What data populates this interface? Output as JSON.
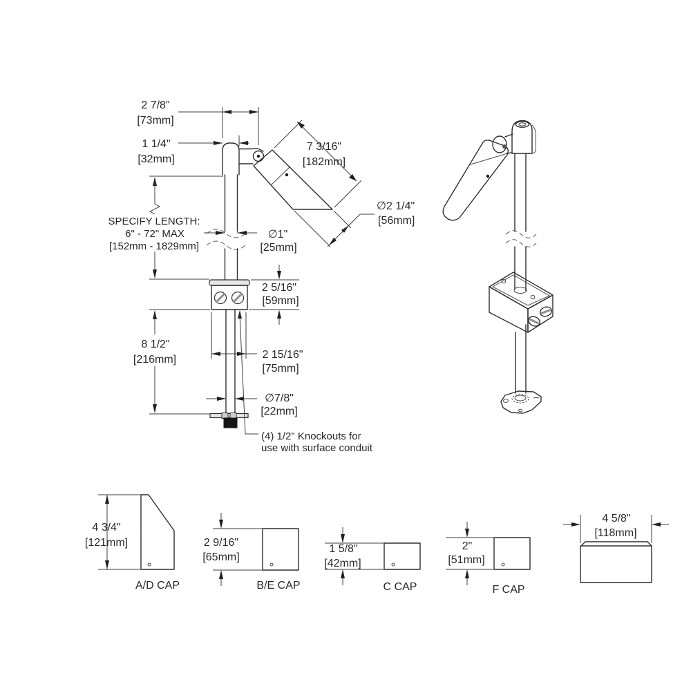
{
  "front_view": {
    "dim_top_width": {
      "in": "2 7/8\"",
      "mm": "[73mm]"
    },
    "dim_cap_width": {
      "in": "1 1/4\"",
      "mm": "[32mm]"
    },
    "dim_head_length": {
      "in": "7 3/16\"",
      "mm": "[182mm]"
    },
    "dim_head_diameter": {
      "in": "∅2 1/4\"",
      "mm": "[56mm]"
    },
    "dim_pole_diameter": {
      "in": "∅1\"",
      "mm": "[25mm]"
    },
    "specify_length": {
      "line1": "SPECIFY LENGTH:",
      "line2": "6\" - 72\" MAX",
      "line3": "[152mm - 1829mm]"
    },
    "dim_box_height": {
      "in": "2 5/16\"",
      "mm": "[59mm]"
    },
    "dim_lower_height": {
      "in": "8 1/2\"",
      "mm": "[216mm]"
    },
    "dim_box_width": {
      "in": "2 15/16\"",
      "mm": "[75mm]"
    },
    "dim_nipple_diameter": {
      "in": "∅7/8\"",
      "mm": "[22mm]"
    },
    "knockout_note": {
      "line1": "(4) 1/2\" Knockouts for",
      "line2": "use with surface conduit"
    }
  },
  "caps": [
    {
      "label": "A/D CAP",
      "dim_in": "4 3/4\"",
      "dim_mm": "[121mm]"
    },
    {
      "label": "B/E CAP",
      "dim_in": "2 9/16\"",
      "dim_mm": "[65mm]"
    },
    {
      "label": "C CAP",
      "dim_in": "1 5/8\"",
      "dim_mm": "[42mm]"
    },
    {
      "label": "F CAP",
      "dim_in": "2\"",
      "dim_mm": "[51mm]"
    },
    {
      "label": "",
      "dim_in": "4 5/8\"",
      "dim_mm": "[118mm]"
    }
  ],
  "colors": {
    "line": "#2e2e2e",
    "text": "#282828",
    "background": "#ffffff"
  }
}
